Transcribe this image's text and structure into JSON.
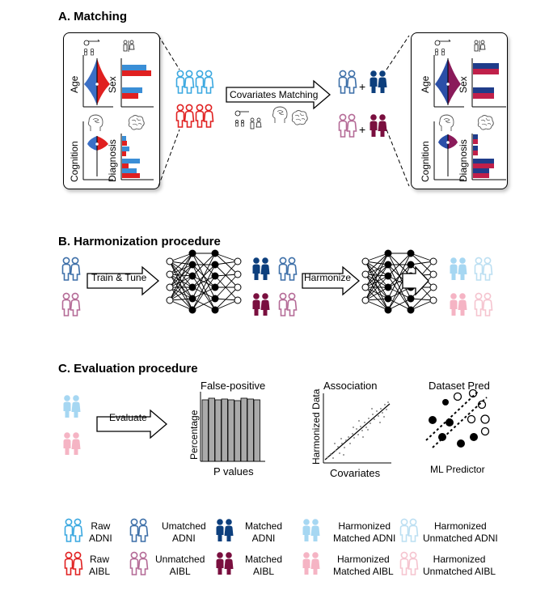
{
  "colors": {
    "raw_adni": "#3aa8e0",
    "raw_aibl": "#e02020",
    "unmatched_adni": "#3d6fa8",
    "unmatched_aibl": "#b46a96",
    "matched_adni": "#0d3f7d",
    "matched_aibl": "#7a0f3f",
    "harm_matched_adni": "#a6d7f2",
    "harm_matched_aibl": "#f5b4c4",
    "harm_unmatched_adni": "#bcdff2",
    "harm_unmatched_aibl": "#f5c4cf",
    "violin_blue": "#3b6fc6",
    "violin_red": "#e02020",
    "matched_bar_blue": "#1f3c8a",
    "matched_bar_red": "#c0204a"
  },
  "section_a": {
    "title": "A. Matching",
    "left_panel": {
      "age": "Age",
      "sex": "Sex",
      "cognition": "Cognition",
      "diagnosis": "Diagnosis"
    },
    "right_panel": {
      "age": "Age",
      "sex": "Sex",
      "cognition": "Cognition",
      "diagnosis": "Diagnosis"
    },
    "arrow_label": "Covariates Matching",
    "plus": "+",
    "icons": [
      "gender-symbol-icon",
      "person-icon",
      "cognition-head-icon",
      "brain-icon"
    ]
  },
  "section_b": {
    "title": "B. Harmonization procedure",
    "train_label": "Train & Tune",
    "harmonize_label": "Harmonize"
  },
  "section_c": {
    "title": "C. Evaluation procedure",
    "evaluate_label": "Evaluate",
    "fp_title": "False-positive",
    "fp_ylabel": "Percentage",
    "fp_xlabel": "P values",
    "assoc_title": "Association",
    "assoc_ylabel": "Harmonized Data",
    "assoc_xlabel": "Covariates",
    "pred_title": "Dataset Pred",
    "pred_label": "ML Predictor"
  },
  "legend": [
    {
      "line1": "Raw",
      "line2": "ADNI"
    },
    {
      "line1": "Umatched",
      "line2": "ADNI"
    },
    {
      "line1": "Matched",
      "line2": "ADNI"
    },
    {
      "line1": "Harmonized",
      "line2": "Matched ADNI"
    },
    {
      "line1": "Harmonized",
      "line2": "Unmatched ADNI"
    },
    {
      "line1": "Raw",
      "line2": "AIBL"
    },
    {
      "line1": "Unmatched",
      "line2": "AIBL"
    },
    {
      "line1": "Matched",
      "line2": "AIBL"
    },
    {
      "line1": "Harmonized",
      "line2": "Matched AIBL"
    },
    {
      "line1": "Harmonized",
      "line2": "Unmatched AIBL"
    }
  ]
}
